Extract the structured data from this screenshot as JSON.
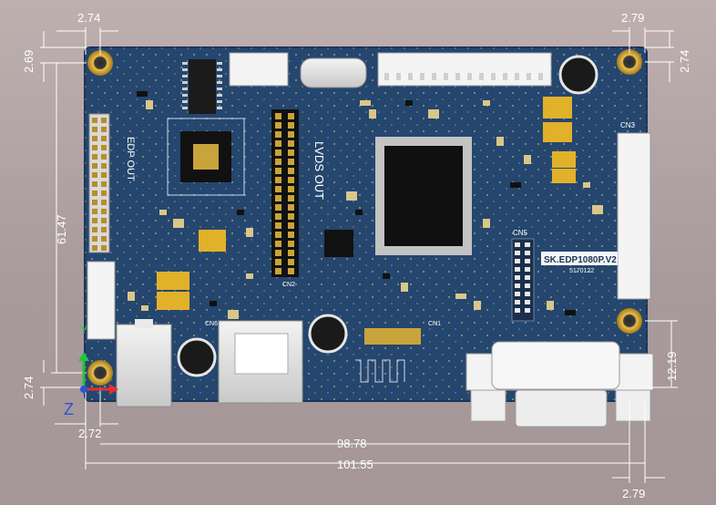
{
  "board": {
    "label": "SK.EDP1080P.V2",
    "date_code": "5170122",
    "edp_label": "EDP OUT",
    "lvds_label": "LVDS OUT",
    "cn3_label": "CN3",
    "cn2_label": "CN2",
    "cn5_label": "CN5",
    "cn6_label": "CN6",
    "cn1_label": "CN1"
  },
  "dimensions": {
    "top_left_h": "2.74",
    "top_right_h": "2.79",
    "top_left_v": "2.69",
    "top_right_v": "2.74",
    "height_left": "61.47",
    "bottom_left_v": "2.74",
    "right_bottom_v": "12.19",
    "bottom_left_h": "2.72",
    "width_inner": "98.78",
    "width_outer": "101.55",
    "bottom_right_h": "2.79"
  },
  "axes": {
    "z_label": "Z",
    "y_label": "Y"
  },
  "colors": {
    "pcb": "#23456e",
    "pad_gold": "#c89b2a",
    "background": "#b3a4a5"
  }
}
